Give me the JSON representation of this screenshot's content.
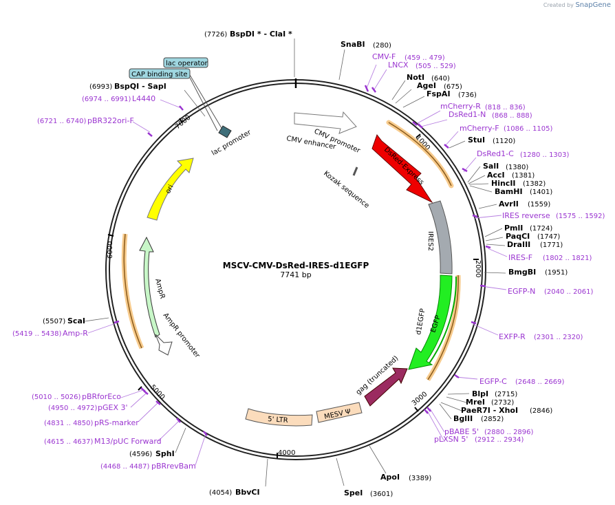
{
  "credit": {
    "prefix": "Created by",
    "brand": "SnapGene"
  },
  "plasmid": {
    "name": "MSCV-CMV-DsRed-IRES-d1EGFP",
    "length": "7741 bp"
  },
  "ticks": [
    "1000",
    "2000",
    "3000",
    "4000",
    "5000",
    "6000",
    "7000"
  ],
  "enzymes": [
    {
      "name": "BspDI * - ClaI *",
      "pos": "(7726)"
    },
    {
      "name": "SnaBI",
      "pos": "(280)"
    },
    {
      "name": "NotI",
      "pos": "(640)"
    },
    {
      "name": "AgeI",
      "pos": "(675)"
    },
    {
      "name": "FspAI",
      "pos": "(736)"
    },
    {
      "name": "StuI",
      "pos": "(1120)"
    },
    {
      "name": "SalI",
      "pos": "(1380)"
    },
    {
      "name": "AccI",
      "pos": "(1381)"
    },
    {
      "name": "HincII",
      "pos": "(1382)"
    },
    {
      "name": "BamHI",
      "pos": "(1401)"
    },
    {
      "name": "AvrII",
      "pos": "(1559)"
    },
    {
      "name": "PmlI",
      "pos": "(1724)"
    },
    {
      "name": "PaqCI",
      "pos": "(1747)"
    },
    {
      "name": "DraIII",
      "pos": "(1771)"
    },
    {
      "name": "BmgBI",
      "pos": "(1951)"
    },
    {
      "name": "BlpI",
      "pos": "(2715)"
    },
    {
      "name": "MreI",
      "pos": "(2732)"
    },
    {
      "name": "PaeR7I - XhoI",
      "pos": "(2846)"
    },
    {
      "name": "BglII",
      "pos": "(2852)"
    },
    {
      "name": "ApoI",
      "pos": "(3389)"
    },
    {
      "name": "SpeI",
      "pos": "(3601)"
    },
    {
      "name": "BbvCI",
      "pos": "(4054)"
    },
    {
      "name": "SphI",
      "pos": "(4596)"
    },
    {
      "name": "ScaI",
      "pos": "(5507)"
    },
    {
      "name": "BspQI - SapI",
      "pos": "(6993)"
    }
  ],
  "primers": [
    {
      "name": "CMV-F",
      "pos": "(459 .. 479)"
    },
    {
      "name": "LNCX",
      "pos": "(505 .. 529)"
    },
    {
      "name": "mCherry-R",
      "pos": "(818 .. 836)"
    },
    {
      "name": "DsRed1-N",
      "pos": "(868 .. 888)"
    },
    {
      "name": "mCherry-F",
      "pos": "(1086 .. 1105)"
    },
    {
      "name": "DsRed1-C",
      "pos": "(1280 .. 1303)"
    },
    {
      "name": "IRES reverse",
      "pos": "(1575 .. 1592)"
    },
    {
      "name": "IRES-F",
      "pos": "(1802 .. 1821)"
    },
    {
      "name": "EGFP-N",
      "pos": "(2040 .. 2061)"
    },
    {
      "name": "EXFP-R",
      "pos": "(2301 .. 2320)"
    },
    {
      "name": "EGFP-C",
      "pos": "(2648 .. 2669)"
    },
    {
      "name": "pBABE 5'",
      "pos": "(2880 .. 2896)"
    },
    {
      "name": "pLXSN 5'",
      "pos": "(2912 .. 2934)"
    },
    {
      "name": "pBRrevBam",
      "pos": "(4468 .. 4487)"
    },
    {
      "name": "M13/pUC Forward",
      "pos": "(4615 .. 4637)"
    },
    {
      "name": "pRS-marker",
      "pos": "(4831 .. 4850)"
    },
    {
      "name": "pGEX 3'",
      "pos": "(4950 .. 4972)"
    },
    {
      "name": "pBRforEco",
      "pos": "(5010 .. 5026)"
    },
    {
      "name": "Amp-R",
      "pos": "(5419 .. 5438)"
    },
    {
      "name": "pBR322ori-F",
      "pos": "(6721 .. 6740)"
    },
    {
      "name": "L4440",
      "pos": "(6974 .. 6991)"
    }
  ],
  "features": {
    "cmv_enhancer": "CMV enhancer",
    "cmv_promoter": "CMV promoter",
    "kozak": "Kozak sequence",
    "dsred": "DsRed-Express",
    "ires": "IRES2",
    "egfp": "EGFP",
    "d1egfp": "d1EGFP",
    "gag": "gag (truncated)",
    "mesv": "MESV Ψ",
    "ltr": "5' LTR",
    "ampr": "AmpR",
    "ampr_promoter": "AmpR promoter",
    "ori": "ori",
    "lac_promoter": "lac promoter",
    "lac_operator": "lac operator",
    "cap_site": "CAP binding site"
  },
  "colors": {
    "backbone": "#222222",
    "primer": "#9a34d0",
    "dsred": "#ee0000",
    "egfp": "#22ee22",
    "ires": "#a4aab0",
    "gag": "#9b2b60",
    "ltr": "#fbdcbc",
    "ampr": "#c8f7c8",
    "ori": "#ffff00",
    "orf": "#f0a030",
    "lac_box": "#9fd6e0"
  }
}
